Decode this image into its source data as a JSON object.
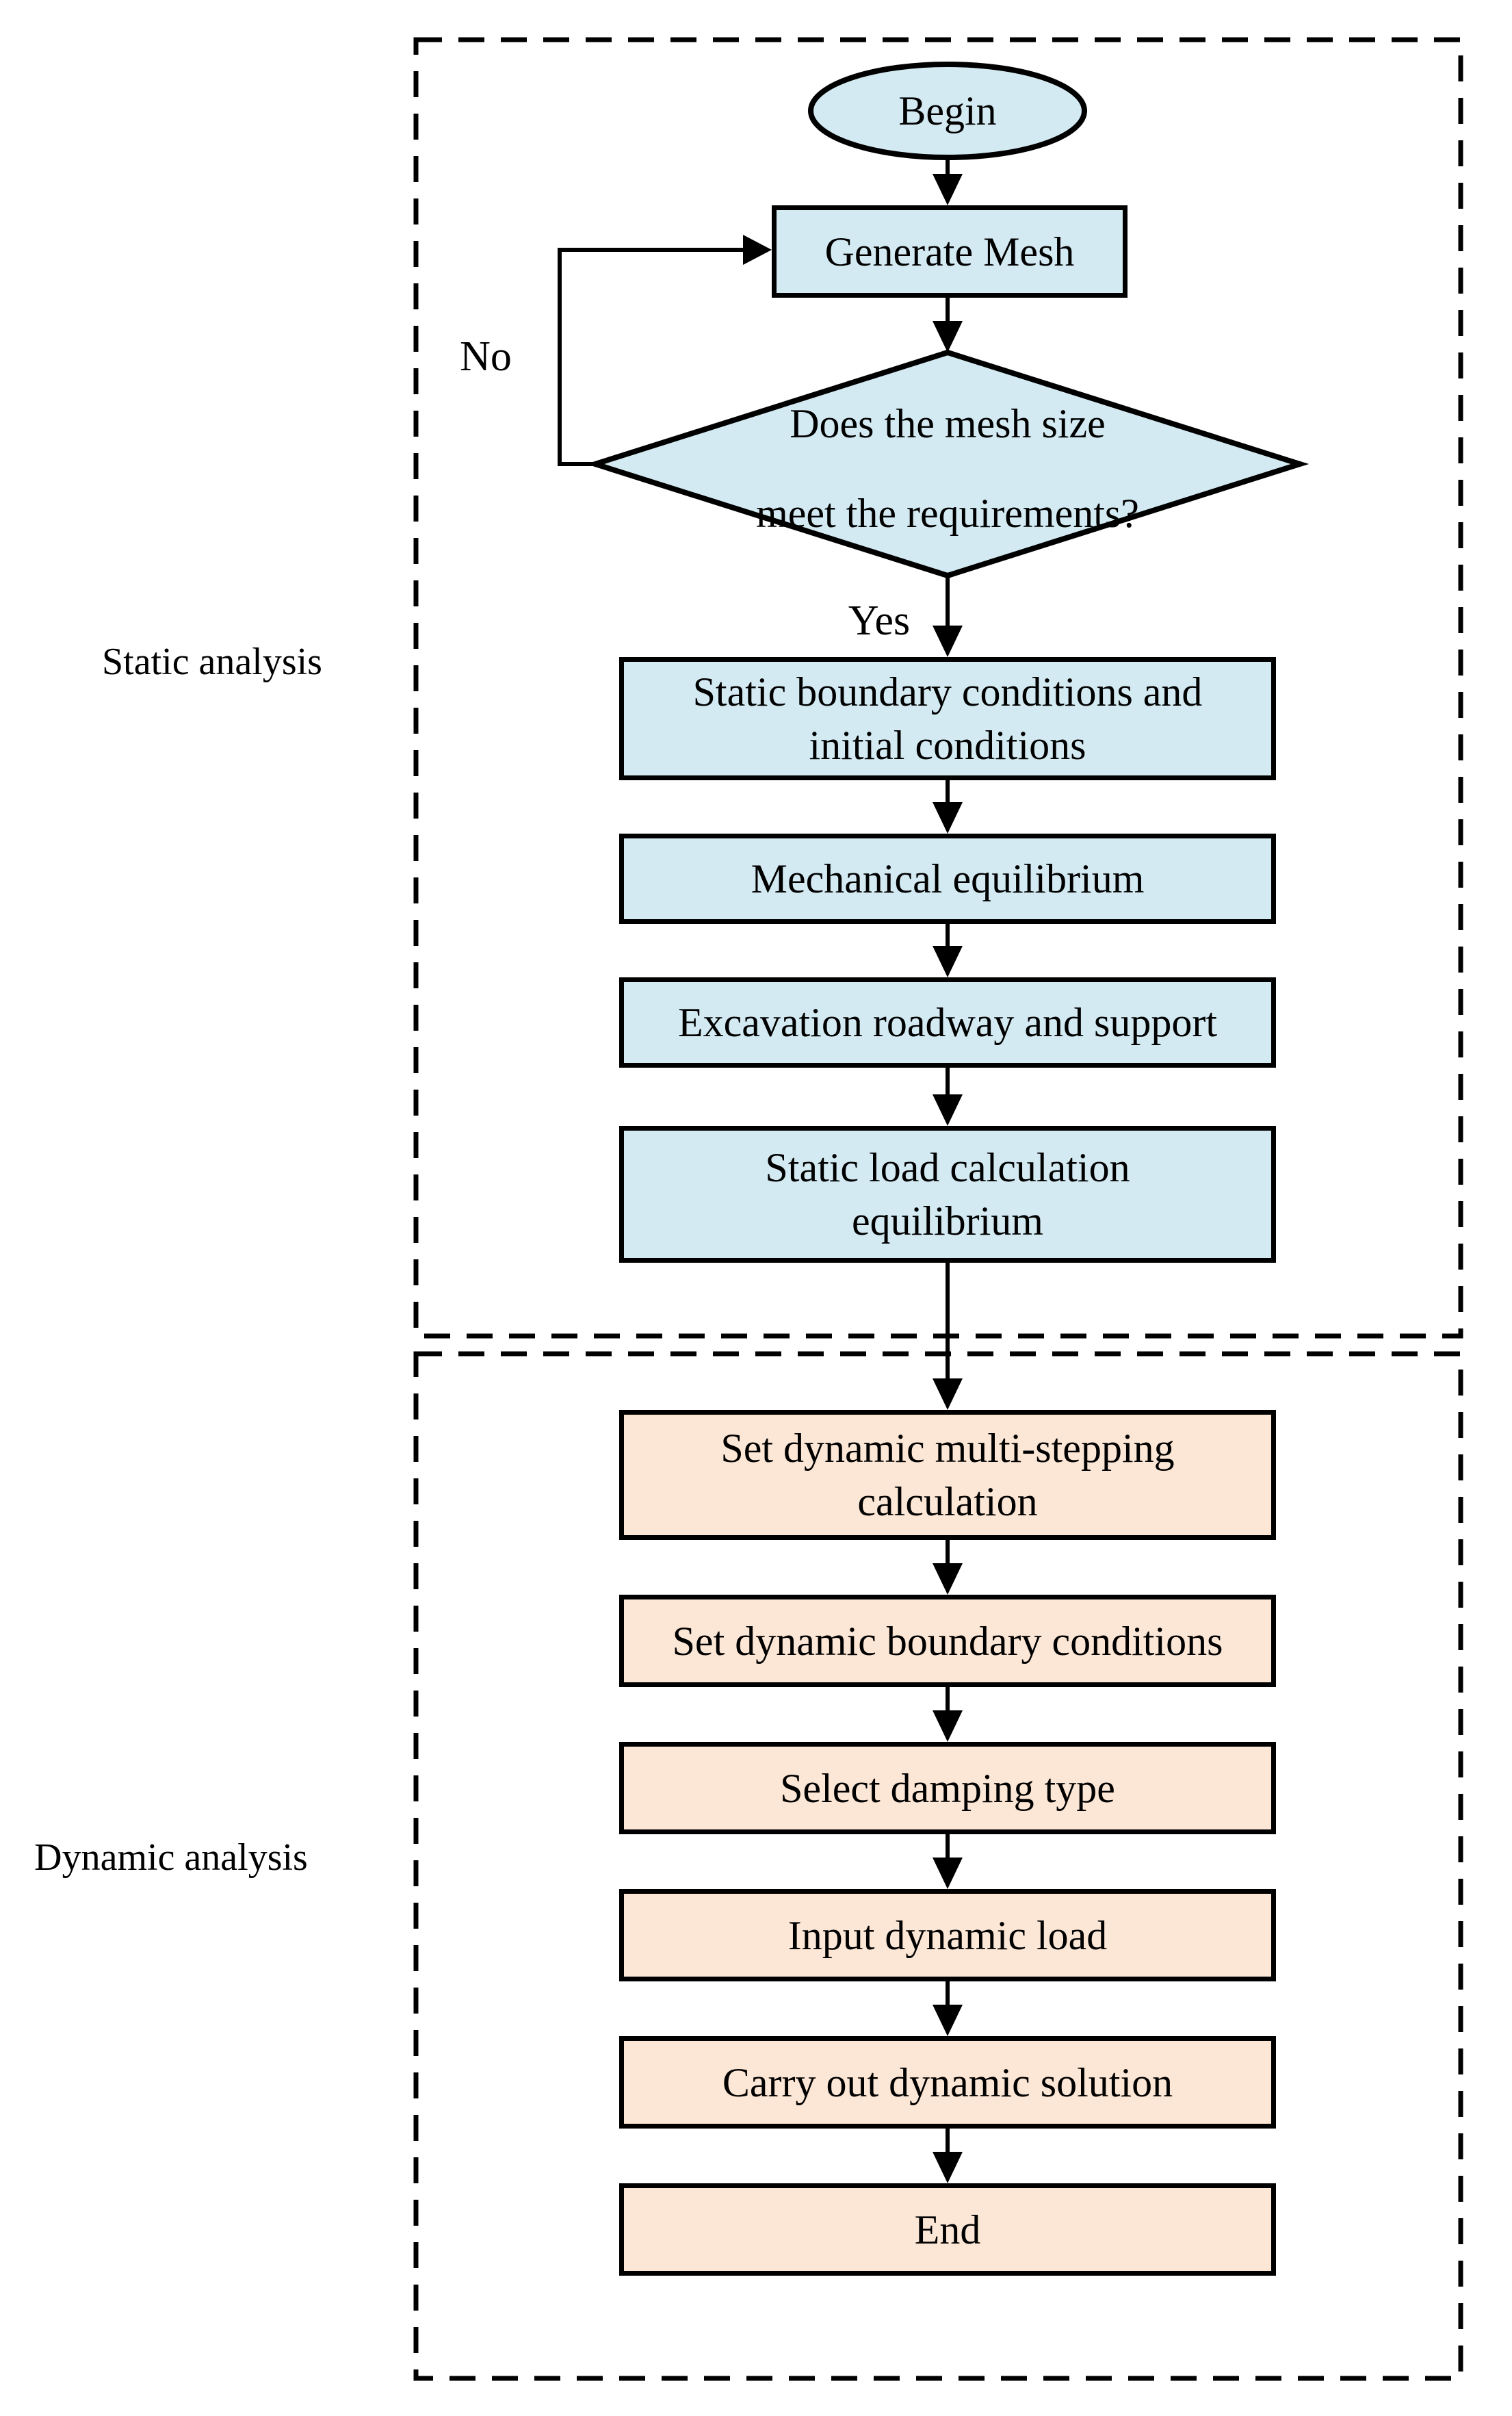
{
  "diagram": {
    "ink_color": "#000000",
    "sections": {
      "static": {
        "label": "Static analysis",
        "fill": "#d3eaf2",
        "nodes": {
          "begin": "Begin",
          "generate_mesh": "Generate Mesh",
          "mesh_check_line1": "Does the mesh size",
          "mesh_check_line2": "meet the requirements?",
          "boundary_line1": "Static boundary conditions and",
          "boundary_line2": "initial conditions",
          "mechanical": "Mechanical equilibrium",
          "excavation": "Excavation roadway and support",
          "static_load_line1": "Static load calculation",
          "static_load_line2": "equilibrium"
        }
      },
      "dynamic": {
        "label": "Dynamic analysis",
        "fill": "#fce6d5",
        "nodes": {
          "multi_stepping_line1": "Set dynamic multi-stepping",
          "multi_stepping_line2": "calculation",
          "boundary": "Set dynamic boundary conditions",
          "damping": "Select damping type",
          "input_load": "Input dynamic load",
          "solution": "Carry out dynamic solution",
          "end": "End"
        }
      }
    },
    "edge_labels": {
      "yes": "Yes",
      "no": "No"
    }
  }
}
